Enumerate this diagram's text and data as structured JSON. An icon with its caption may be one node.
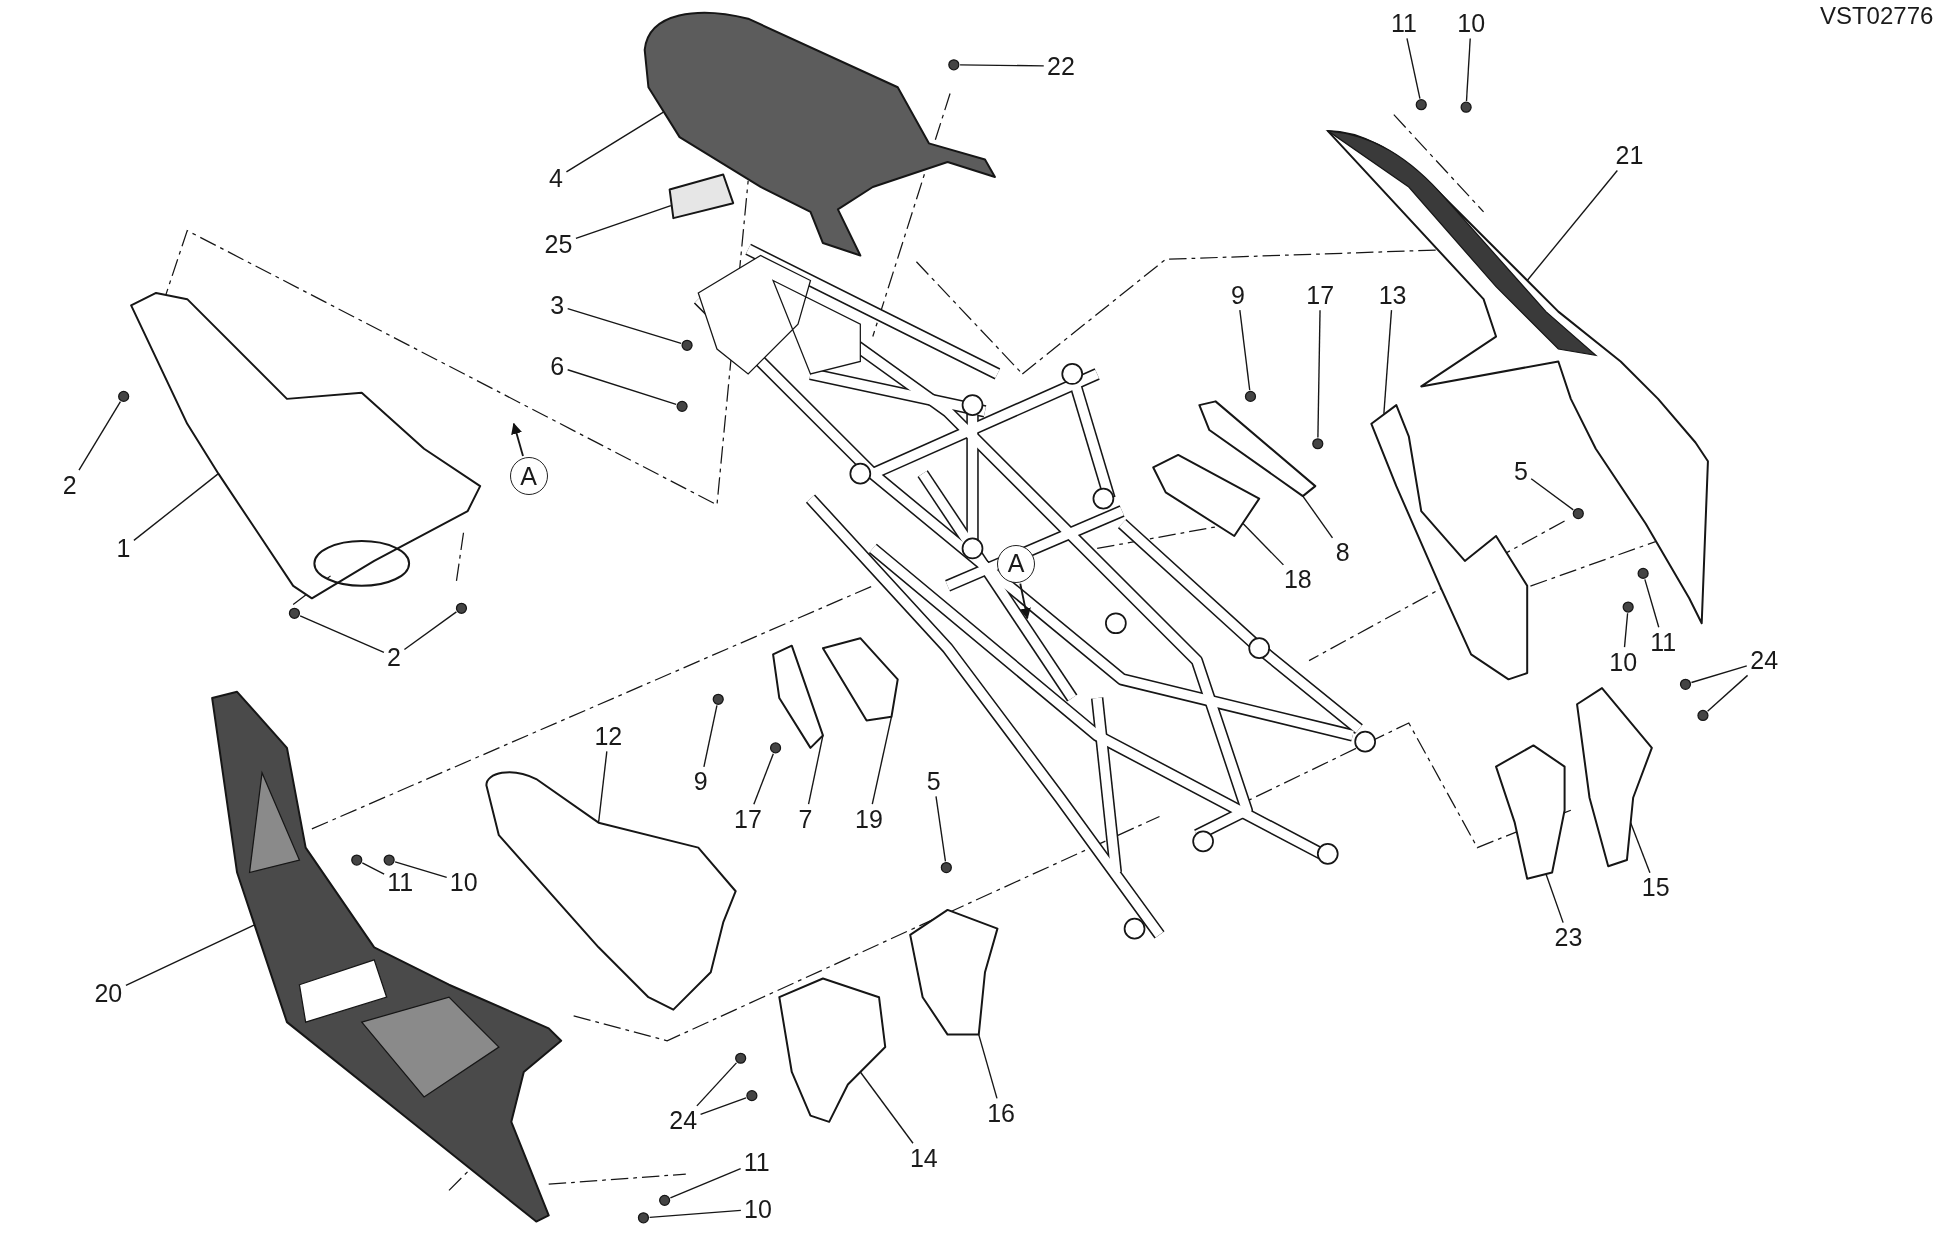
{
  "diagram": {
    "nodes": [
      {
        "text": [
          "11"
        ]
      },
      {
        "text": [
          "10"
        ]
      },
      {
        "text": [
          "22"
        ]
      },
      {
        "text": [
          "21"
        ]
      },
      {
        "text": [
          "4"
        ]
      },
      {
        "text": [
          "25"
        ]
      },
      {
        "text": [
          "9"
        ]
      },
      {
        "text": [
          "17"
        ]
      },
      {
        "text": [
          "13"
        ]
      },
      {
        "text": [
          "3"
        ]
      },
      {
        "text": [
          "6"
        ]
      },
      {
        "text": [
          "A"
        ]
      },
      {
        "text": [
          "5"
        ]
      },
      {
        "text": [
          "2"
        ]
      },
      {
        "text": [
          "1"
        ]
      },
      {
        "text": [
          "8"
        ]
      },
      {
        "text": [
          "A"
        ]
      },
      {
        "text": [
          "18"
        ]
      },
      {
        "text": [
          "2"
        ]
      },
      {
        "text": [
          "11"
        ]
      },
      {
        "text": [
          "10"
        ]
      },
      {
        "text": [
          "24"
        ]
      },
      {
        "text": [
          "12"
        ]
      },
      {
        "text": [
          "9"
        ]
      },
      {
        "text": [
          "5"
        ]
      },
      {
        "text": [
          "17"
        ]
      },
      {
        "text": [
          "7"
        ]
      },
      {
        "text": [
          "19"
        ]
      },
      {
        "text": [
          "11"
        ]
      },
      {
        "text": [
          "10"
        ]
      },
      {
        "text": [
          "15"
        ]
      },
      {
        "text": [
          "23"
        ]
      },
      {
        "text": [
          "20"
        ]
      },
      {
        "text": [
          "16"
        ]
      },
      {
        "text": [
          "24"
        ]
      },
      {
        "text": [
          "14"
        ]
      },
      {
        "text": [
          "11"
        ]
      },
      {
        "text": [
          "10"
        ]
      },
      {
        "text": [],
        "shape": "picture"
      },
      {
        "text": [],
        "shape": "picture"
      },
      {
        "text": [],
        "shape": "picture"
      },
      {
        "text": [],
        "shape": "picture"
      },
      {
        "text": [],
        "shape": "picture"
      },
      {
        "text": [],
        "shape": "picture"
      },
      {
        "text": [],
        "shape": "picture"
      },
      {
        "text": [],
        "shape": "picture"
      },
      {
        "text": [],
        "shape": "picture"
      },
      {
        "text": [],
        "shape": "picture"
      },
      {
        "text": [],
        "shape": "picture"
      },
      {
        "text": [],
        "shape": "picture"
      },
      {
        "text": [],
        "shape": "picture"
      },
      {
        "text": [],
        "shape": "picture"
      },
      {
        "text": [],
        "shape": "picture"
      },
      {
        "text": [],
        "shape": "circle"
      },
      {
        "text": [],
        "shape": "circle"
      },
      {
        "text": [],
        "shape": "circle"
      },
      {
        "text": [],
        "shape": "circle"
      },
      {
        "text": [],
        "shape": "circle"
      },
      {
        "text": [],
        "shape": "circle"
      },
      {
        "text": [],
        "shape": "circle"
      },
      {
        "text": [],
        "shape": "circle"
      },
      {
        "text": [],
        "shape": "circle"
      },
      {
        "text": [],
        "shape": "circle"
      },
      {
        "text": [],
        "shape": "circle"
      },
      {
        "text": [],
        "shape": "circle"
      },
      {
        "text": [],
        "shape": "circle"
      },
      {
        "text": [],
        "shape": "circle"
      },
      {
        "text": [],
        "shape": "circle"
      },
      {
        "text": [],
        "shape": "circle"
      },
      {
        "text": [],
        "shape": "circle"
      },
      {
        "text": [],
        "shape": "circle"
      },
      {
        "text": [],
        "shape": "circle"
      },
      {
        "text": [],
        "shape": "circle"
      },
      {
        "text": [],
        "shape": "circle"
      },
      {
        "text": [],
        "shape": "circle"
      },
      {
        "text": [],
        "shape": "circle"
      },
      {
        "text": [],
        "shape": "circle"
      }
    ],
    "edges": [
      {
        "from": 0,
        "to": 53,
        "arrow": "none"
      },
      {
        "from": 1,
        "to": 54,
        "arrow": "none"
      },
      {
        "from": 2,
        "to": 55,
        "arrow": "none"
      },
      {
        "from": 3,
        "to": 43,
        "arrow": "none"
      },
      {
        "from": 4,
        "to": 38,
        "arrow": "none"
      },
      {
        "from": 5,
        "to": 39,
        "arrow": "none"
      },
      {
        "from": 6,
        "to": 56,
        "arrow": "none"
      },
      {
        "from": 7,
        "to": 57,
        "arrow": "none"
      },
      {
        "from": 8,
        "to": 44,
        "arrow": "none"
      },
      {
        "from": 9,
        "to": 58,
        "arrow": "none"
      },
      {
        "from": 10,
        "to": 59,
        "arrow": "none"
      },
      {
        "from": 12,
        "to": 60,
        "arrow": "none"
      },
      {
        "from": 13,
        "to": 61,
        "arrow": "none"
      },
      {
        "from": 14,
        "to": 40,
        "arrow": "none"
      },
      {
        "from": 15,
        "to": 45,
        "arrow": "none"
      },
      {
        "from": 17,
        "to": 46,
        "arrow": "none"
      },
      {
        "from": 18,
        "to": 62,
        "arrow": "none"
      },
      {
        "from": 18,
        "to": 63,
        "arrow": "none"
      },
      {
        "from": 19,
        "to": 64,
        "arrow": "none"
      },
      {
        "from": 20,
        "to": 65,
        "arrow": "none"
      },
      {
        "from": 21,
        "to": 66,
        "arrow": "none"
      },
      {
        "from": 21,
        "to": 67,
        "arrow": "none"
      },
      {
        "from": 22,
        "to": 42,
        "arrow": "none"
      },
      {
        "from": 23,
        "to": 68,
        "arrow": "none"
      },
      {
        "from": 24,
        "to": 69,
        "arrow": "none"
      },
      {
        "from": 25,
        "to": 70,
        "arrow": "none"
      },
      {
        "from": 26,
        "to": 47,
        "arrow": "none"
      },
      {
        "from": 27,
        "to": 48,
        "arrow": "none"
      },
      {
        "from": 28,
        "to": 71,
        "arrow": "none"
      },
      {
        "from": 29,
        "to": 72,
        "arrow": "none"
      },
      {
        "from": 30,
        "to": 52,
        "arrow": "none"
      },
      {
        "from": 31,
        "to": 51,
        "arrow": "none"
      },
      {
        "from": 32,
        "to": 41,
        "arrow": "none"
      },
      {
        "from": 33,
        "to": 50,
        "arrow": "none"
      },
      {
        "from": 34,
        "to": 73,
        "arrow": "none"
      },
      {
        "from": 34,
        "to": 74,
        "arrow": "none"
      },
      {
        "from": 35,
        "to": 49,
        "arrow": "none"
      },
      {
        "from": 36,
        "to": 75,
        "arrow": "none"
      },
      {
        "from": 37,
        "to": 76,
        "arrow": "none"
      },
      {
        "from": 11,
        "to": null,
        "arrow": "to"
      },
      {
        "from": 16,
        "to": null,
        "arrow": "to"
      }
    ],
    "labels": [
      "VST02776"
    ]
  }
}
